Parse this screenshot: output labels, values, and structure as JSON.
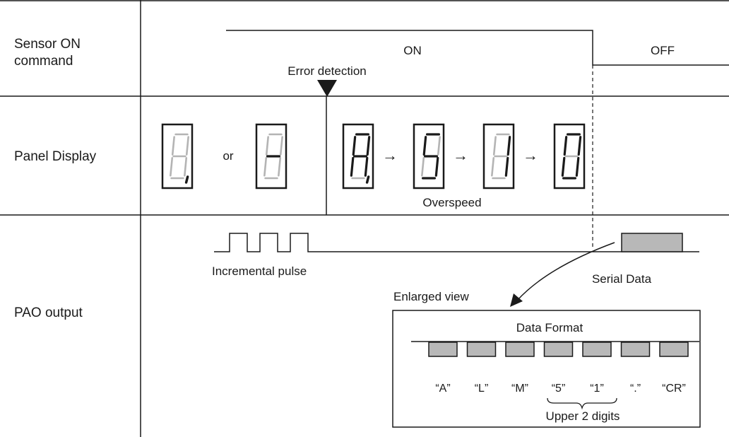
{
  "rows": [
    {
      "label_lines": [
        "Sensor ON",
        "command"
      ]
    },
    {
      "label_lines": [
        "Panel Display"
      ]
    },
    {
      "label_lines": [
        "PAO output"
      ]
    }
  ],
  "signal": {
    "on_label": "ON",
    "off_label": "OFF"
  },
  "error_detection_label": "Error detection",
  "panel": {
    "or_label": "or",
    "overspeed_label": "Overspeed",
    "arrow_glyph": "→"
  },
  "pao": {
    "incremental_label": "Incremental pulse",
    "serial_label": "Serial Data",
    "enlarged_label": "Enlarged view",
    "data_format_title": "Data Format",
    "characters": [
      "“A”",
      "“L”",
      "“M”",
      "“5”",
      "“1”",
      "“.”",
      "“CR”"
    ],
    "upper_digits_label": "Upper 2 digits"
  },
  "colors": {
    "line": "#1a1a1a",
    "segment_off": "#b4b4b4",
    "segment_on": "#1a1a1a",
    "block_fill": "#b8b8b8"
  },
  "digits": [
    {
      "name": "digit-standby-dp",
      "on": [],
      "dp": true,
      "dp_on": true
    },
    {
      "name": "digit-dash",
      "on": [
        "g"
      ],
      "dp": false,
      "dp_on": false
    },
    {
      "name": "digit-a-dp",
      "on": [
        "a",
        "b",
        "c",
        "e",
        "f",
        "g"
      ],
      "dp": true,
      "dp_on": true
    },
    {
      "name": "digit-5",
      "on": [
        "a",
        "c",
        "d",
        "f",
        "g"
      ],
      "dp": false,
      "dp_on": false
    },
    {
      "name": "digit-1",
      "on": [
        "b",
        "c"
      ],
      "dp": false,
      "dp_on": false
    },
    {
      "name": "digit-0",
      "on": [
        "a",
        "b",
        "c",
        "d",
        "e",
        "f"
      ],
      "dp": false,
      "dp_on": false
    }
  ]
}
